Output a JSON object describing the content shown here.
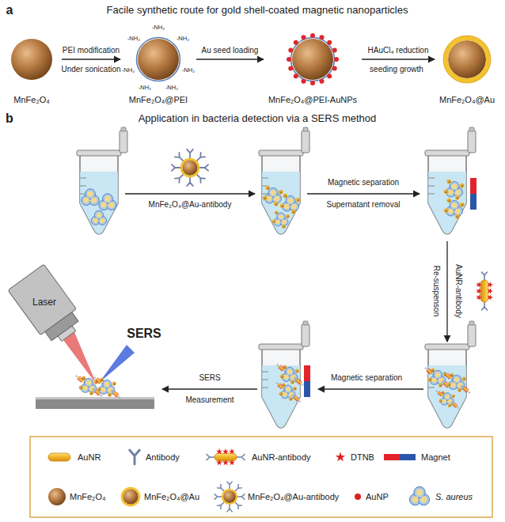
{
  "diagram": {
    "nodes": [
      {
        "text": [
          "MnFe₂O₄"
        ]
      },
      {
        "text": [
          "MnFe₂O₄@PEI"
        ]
      },
      {
        "text": [
          "MnFe₂O₄@PEI-AuNPs"
        ]
      },
      {
        "text": [
          "MnFe₂O₄@Au"
        ]
      }
    ],
    "edges": [
      {
        "from": 0,
        "to": 1,
        "arrow": "to",
        "label": "PEI modification"
      },
      {
        "from": 1,
        "to": 2,
        "arrow": "to",
        "label": "Au seed loading"
      },
      {
        "from": 2,
        "to": 3,
        "arrow": "to",
        "label": "HAuCl₄ reduction"
      }
    ],
    "labels": [
      "a",
      "Facile synthetic route for gold shell-coated magnetic nanoparticles",
      "-NH₂",
      "-NH₂",
      "-NH₂",
      "-NH₂",
      "-NH₂",
      "-NH₂",
      "-NH₂",
      "Under sonication",
      "seeding growth",
      "b",
      "Application in bacteria detection via a SERS method",
      "MnFe₂O₄@Au-antibody",
      "Magnetic separation",
      "Supernatant removal",
      "Re-suspenson",
      "AuNR-antibody",
      "Magnetic separation",
      "SERS",
      "Measurement",
      "Laser",
      "SERS"
    ],
    "legend": [
      {
        "text": "AuNR"
      },
      {
        "text": "Antibody"
      },
      {
        "text": "AuNR-antibody"
      },
      {
        "text": "DTNB"
      },
      {
        "text": "Magnet"
      },
      {
        "text": "MnFe₂O₄"
      },
      {
        "text": "MnFe₂O₄@Au"
      },
      {
        "text": "MnFe₂O₄@Au-antibody"
      },
      {
        "text": "AuNP"
      },
      {
        "text": "S. aureus"
      }
    ]
  }
}
